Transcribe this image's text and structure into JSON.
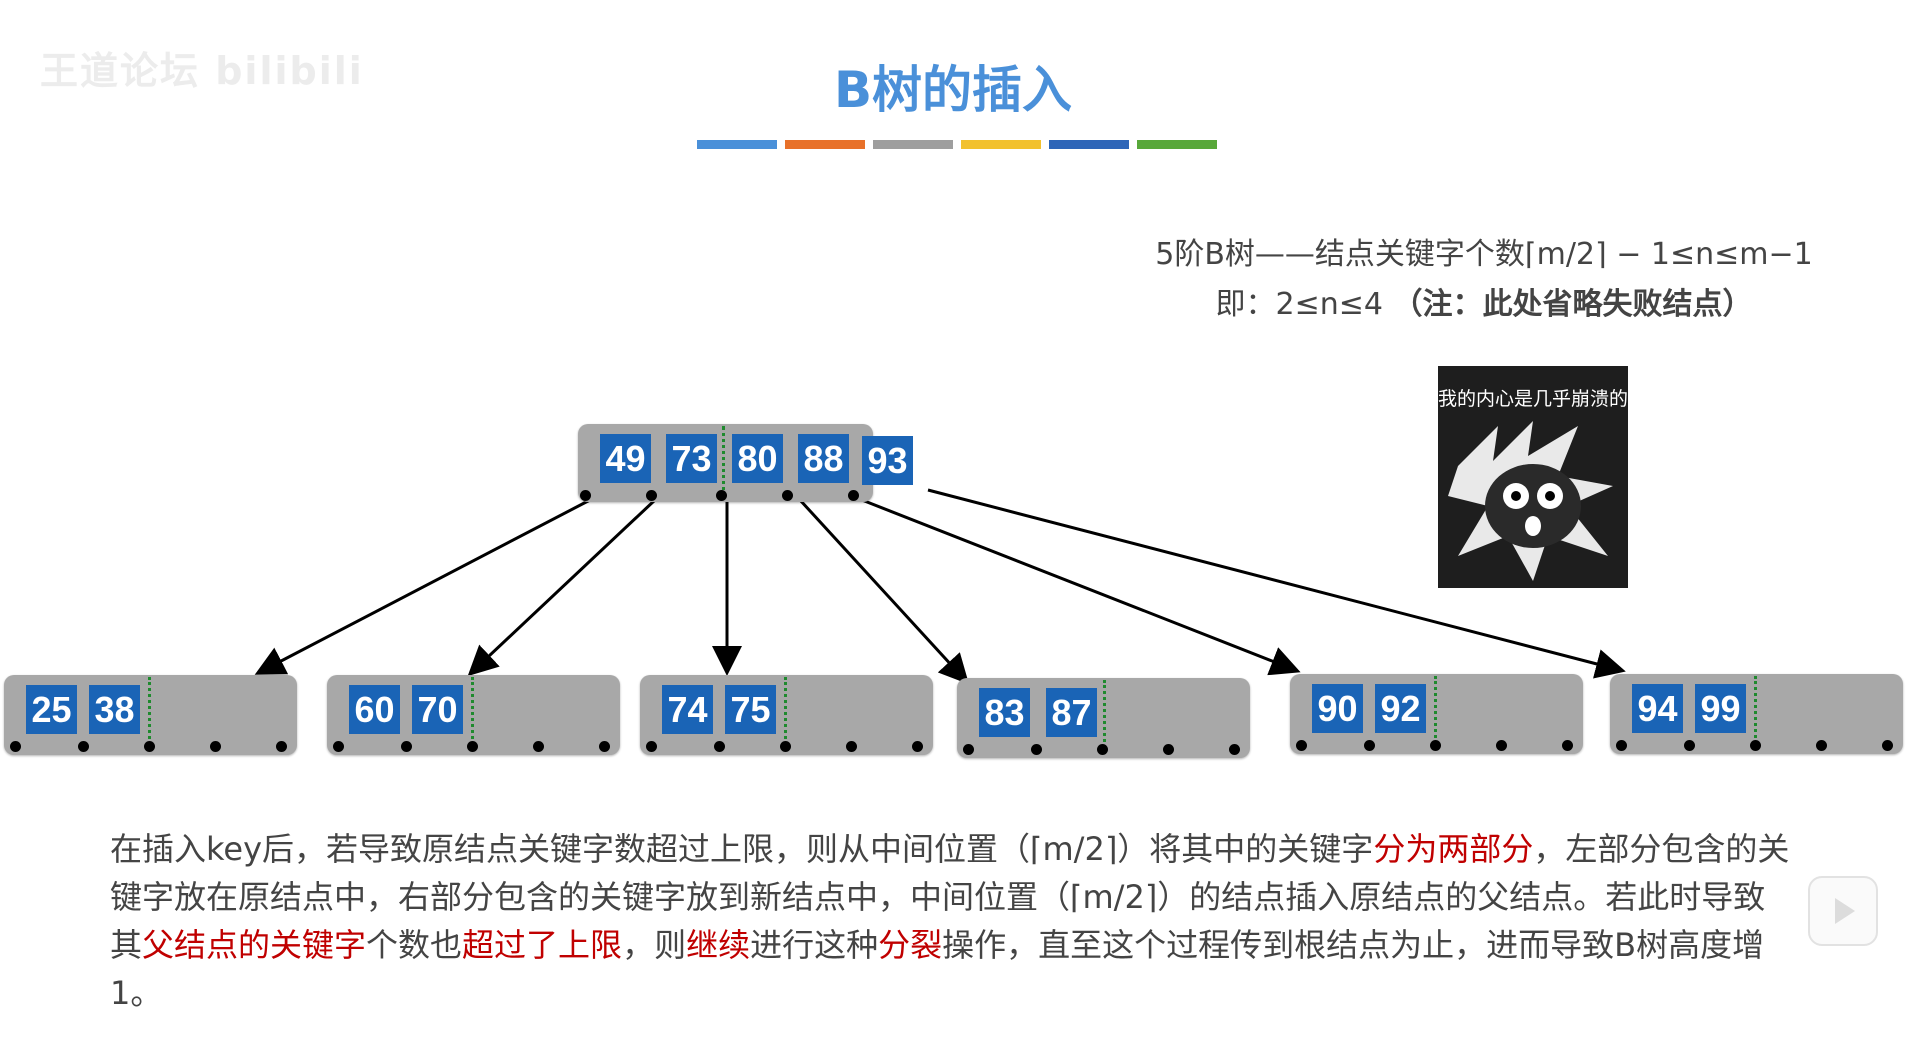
{
  "watermark": "王道论坛 bilibili",
  "title": "B树的插入",
  "color_bar": [
    "#4a90d9",
    "#e8712a",
    "#9e9e9e",
    "#f2c12e",
    "#2e66b8",
    "#58a83a"
  ],
  "rule": {
    "line1": "5阶B树——结点关键字个数⌈m/2⌉ − 1≤n≤m−1",
    "line2": "即：2≤n≤4 ",
    "note": "（注：此处省略失败结点）"
  },
  "meme": {
    "caption": "我的内心是几乎崩溃的"
  },
  "root_keys": [
    "49",
    "73",
    "80",
    "88",
    "93"
  ],
  "children": [
    [
      "25",
      "38"
    ],
    [
      "60",
      "70"
    ],
    [
      "74",
      "75"
    ],
    [
      "83",
      "87"
    ],
    [
      "90",
      "92"
    ],
    [
      "94",
      "99"
    ]
  ],
  "paragraph": {
    "p1": "在插入key后，若导致原结点关键字数超过上限，则从中间位置（⌈m/2⌉）将其中的关键字",
    "h1": "分为两部分",
    "p2": "，左部分包含的关键字放在原结点中，右部分包含的关键字放到新结点中，中间位置（⌈m/2⌉）的结点插入原结点的父结点。若此时导致其",
    "h2": "父结点的关键字",
    "p3": "个数也",
    "h3": "超过了上限",
    "p4": "，则",
    "h4": "继续",
    "p5": "进行这种",
    "h5": "分裂",
    "p6": "操作，直至这个过程传到根结点为止，进而导致B树高度增1。"
  }
}
